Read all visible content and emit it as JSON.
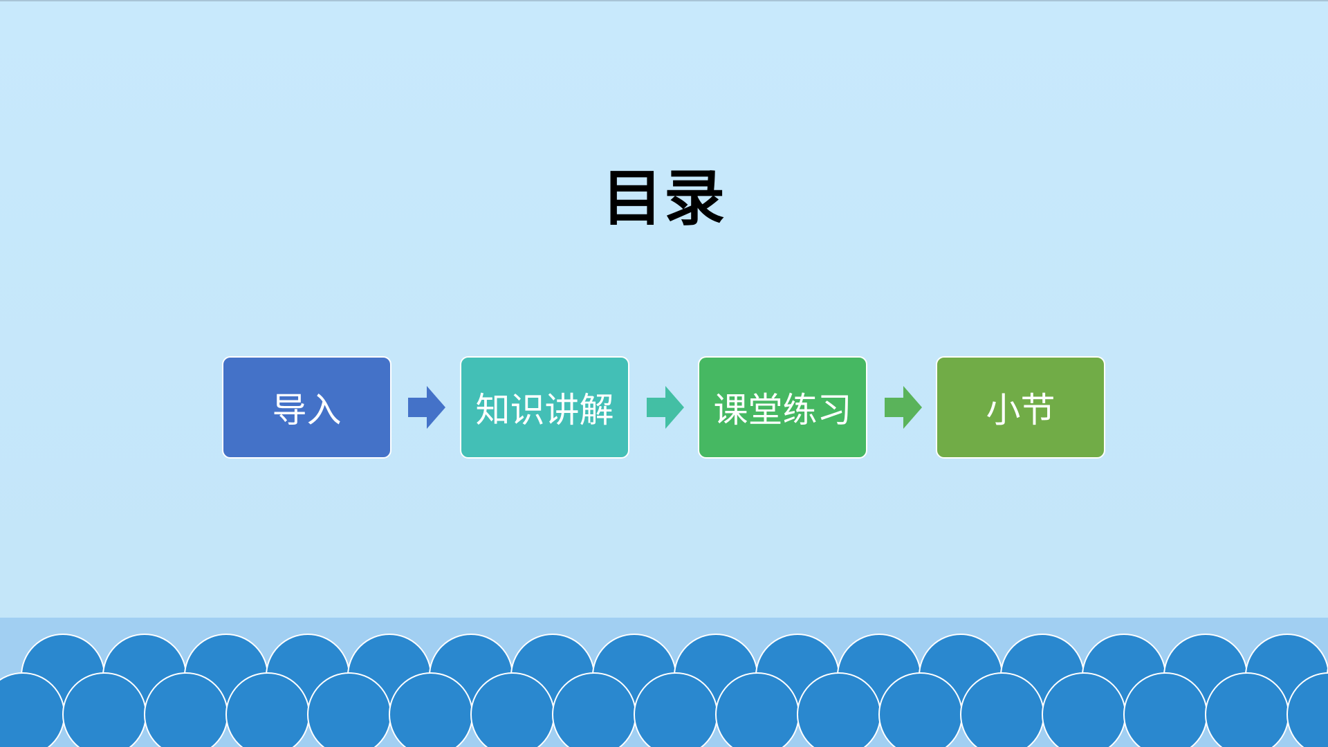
{
  "slide": {
    "title": "目录"
  },
  "flow": {
    "steps": [
      {
        "label": "导入",
        "color": "#4472c8"
      },
      {
        "label": "知识讲解",
        "color": "#43bfb6"
      },
      {
        "label": "课堂练习",
        "color": "#46b862"
      },
      {
        "label": "小节",
        "color": "#71ac47"
      }
    ],
    "arrow_colors": [
      "#4472c8",
      "#43bfa4",
      "#5ab35a"
    ]
  },
  "decoration": {
    "band_color": "#a1cff2",
    "scale_color": "#2a88cf"
  }
}
